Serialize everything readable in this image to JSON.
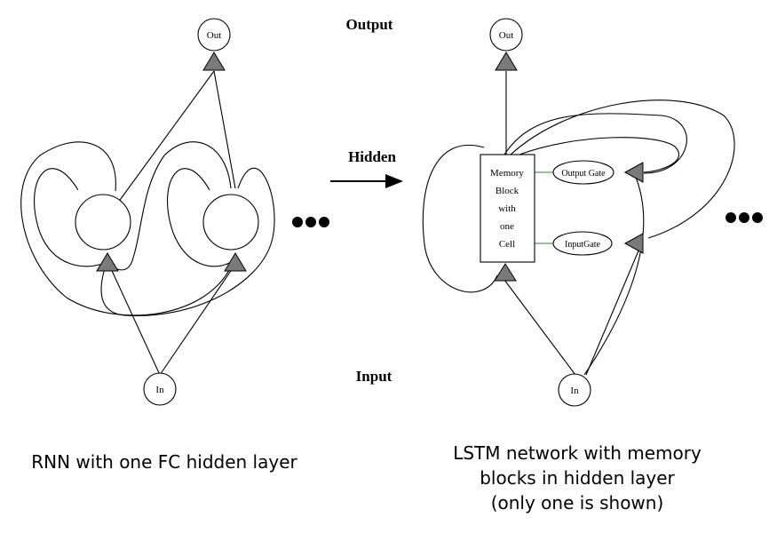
{
  "labels": {
    "output": "Output",
    "hidden": "Hidden",
    "input": "Input"
  },
  "rnn": {
    "out_node": "Out",
    "in_node": "In",
    "ellipsis": "•••",
    "caption": "RNN with one FC hidden layer"
  },
  "lstm": {
    "out_node": "Out",
    "in_node": "In",
    "memory_block_lines": [
      "Memory",
      "Block",
      "with",
      "one",
      "Cell"
    ],
    "output_gate": "Output Gate",
    "input_gate": "InputGate",
    "ellipsis": "•••",
    "caption_lines": [
      "LSTM network with memory",
      "blocks in hidden layer",
      "(only one is shown)"
    ]
  },
  "colors": {
    "gate_connection": "#2a8a2a",
    "triangle_fill": "#7a7a7a"
  }
}
